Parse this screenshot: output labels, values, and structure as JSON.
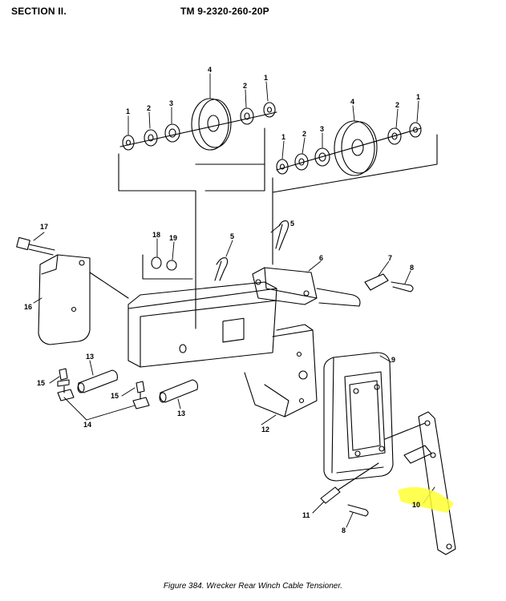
{
  "header": {
    "section": "SECTION II.",
    "manual": "TM 9-2320-260-20P"
  },
  "caption": "Figure 384. Wrecker Rear Winch Cable Tensioner.",
  "callouts": [
    "1",
    "2",
    "3",
    "4",
    "2",
    "1",
    "4",
    "2",
    "1",
    "1",
    "2",
    "3",
    "5",
    "17",
    "18",
    "19",
    "5",
    "6",
    "7",
    "8",
    "16",
    "13",
    "15",
    "15",
    "13",
    "14",
    "12",
    "9",
    "10",
    "11",
    "8"
  ],
  "colors": {
    "line": "#000000",
    "highlight": "#ffff33"
  }
}
